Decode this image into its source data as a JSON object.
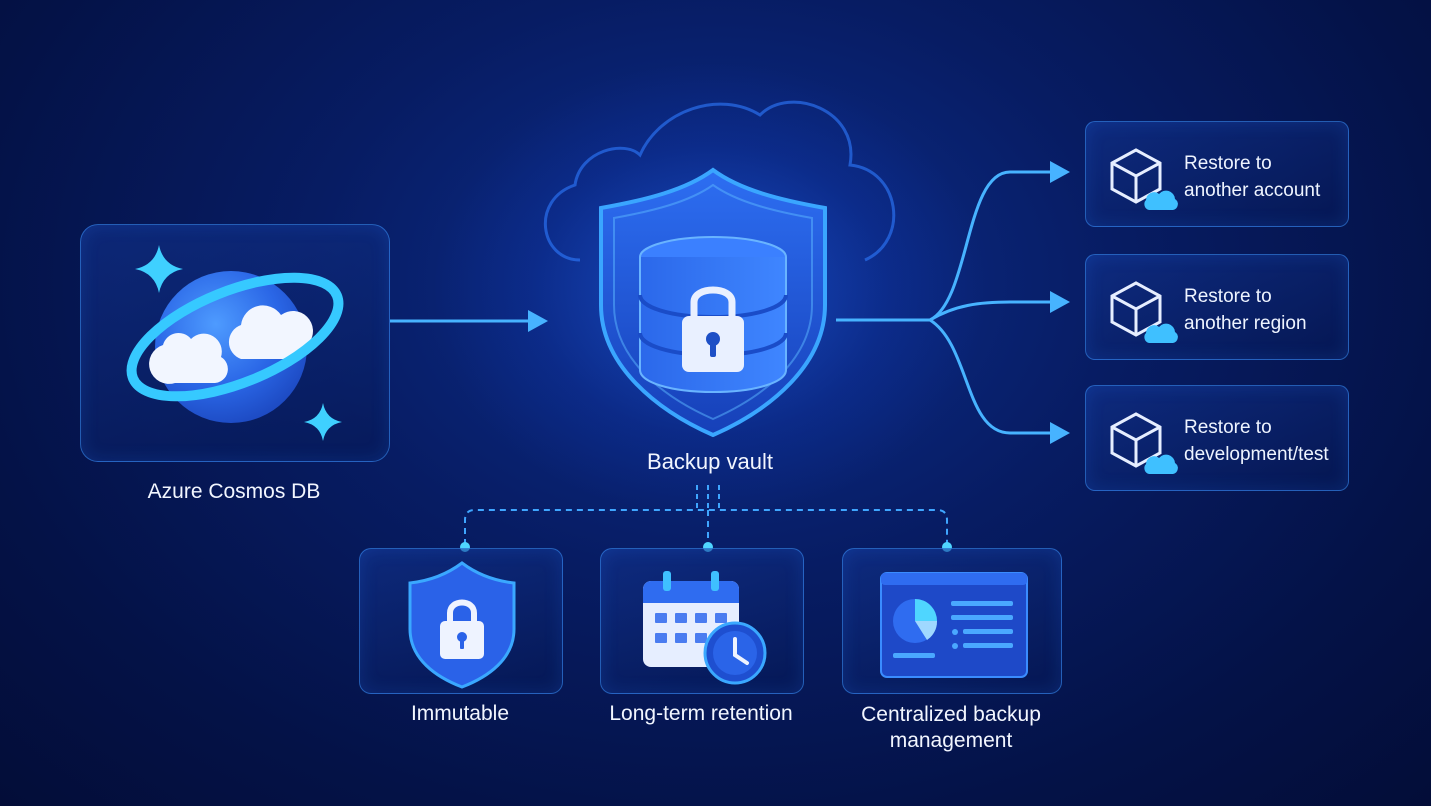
{
  "source": {
    "label": "Azure Cosmos DB",
    "icon": "cosmos-db-planet-icon"
  },
  "vault": {
    "label": "Backup vault",
    "icon": "shield-database-lock-icon"
  },
  "restore_options": [
    {
      "line1": "Restore to",
      "line2": "another account",
      "icon": "cube-cloud-icon"
    },
    {
      "line1": "Restore to",
      "line2": "another region",
      "icon": "cube-cloud-icon"
    },
    {
      "line1": "Restore to",
      "line2": "development/test",
      "icon": "cube-cloud-icon"
    }
  ],
  "features": [
    {
      "line1": "Immutable",
      "line2": "",
      "icon": "shield-lock-icon"
    },
    {
      "line1": "Long-term retention",
      "line2": "",
      "icon": "calendar-clock-icon"
    },
    {
      "line1": "Centralized backup",
      "line2": "management",
      "icon": "dashboard-chart-icon"
    }
  ],
  "colors": {
    "accent": "#3fb8ff",
    "cyan": "#4fd6ff",
    "blue": "#2f6cf0",
    "background": "#051655"
  }
}
